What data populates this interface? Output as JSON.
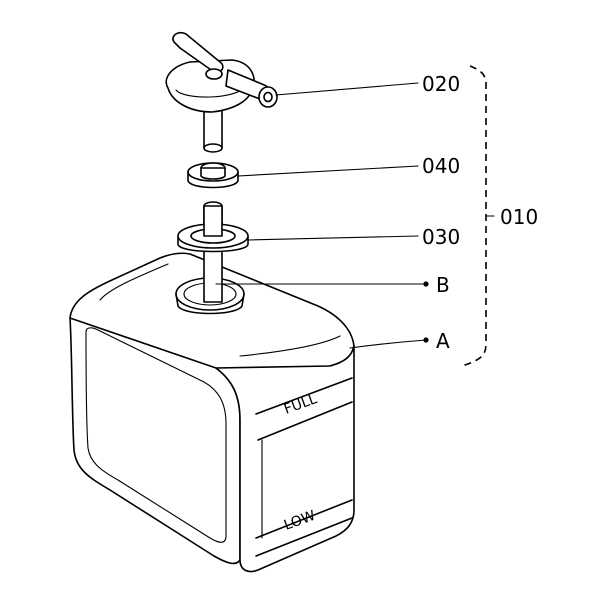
{
  "callouts": {
    "c020": "020",
    "c040": "040",
    "c030": "030",
    "cB": "B",
    "cA": "A",
    "c010": "010"
  },
  "tank": {
    "full_label": "FULL",
    "low_label": "LOW"
  }
}
